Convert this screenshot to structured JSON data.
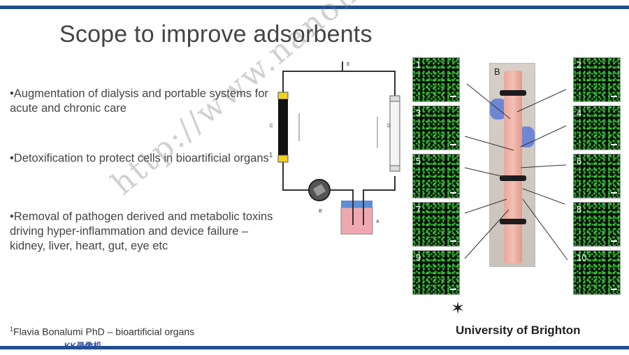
{
  "slide": {
    "title": "Scope to improve adsorbents",
    "bullets": [
      {
        "text": "•Augmentation of dialysis and portable systems for acute and chronic care",
        "sup": ""
      },
      {
        "text": "•Detoxification to protect cells in bioartificial organs",
        "sup": "1"
      },
      {
        "text": "•Removal of pathogen derived and metabolic toxins driving hyper-inflammation and device failure – kidney, liver, heart, gut, eye etc",
        "sup": ""
      }
    ],
    "footnote": {
      "sup": "1",
      "text": "Flavia Bonalumi PhD – bioartificial organs"
    },
    "university": "University of Brighton"
  },
  "diagram": {
    "labels": {
      "a": "A",
      "b": "B",
      "c": "C",
      "d": "D",
      "e": "E"
    }
  },
  "photo": {
    "label": "B"
  },
  "panels": {
    "left": [
      "1",
      "3",
      "5",
      "7",
      "9"
    ],
    "right": [
      "2",
      "4",
      "6",
      "8",
      "10"
    ]
  },
  "watermark": {
    "text": "http://www.nanomxeye.com"
  },
  "overlay": {
    "kk": "KK录像机"
  },
  "colors": {
    "accent_bar": "#1f4e8c",
    "title": "#444444"
  }
}
